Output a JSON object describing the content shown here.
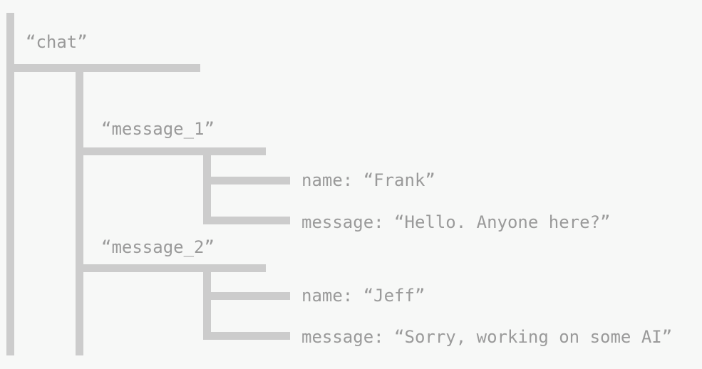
{
  "root": {
    "key": "“chat”"
  },
  "messages": [
    {
      "key": "“message_1”",
      "fields": [
        {
          "text": "name: “Frank”"
        },
        {
          "text": "message: “Hello. Anyone here?”"
        }
      ]
    },
    {
      "key": "“message_2”",
      "fields": [
        {
          "text": "name: “Jeff”"
        },
        {
          "text": "message: “Sorry, working on some AI”"
        }
      ]
    }
  ],
  "colors": {
    "background": "#f7f8f7",
    "line": "#cccccc",
    "text": "#9a9a9a"
  }
}
